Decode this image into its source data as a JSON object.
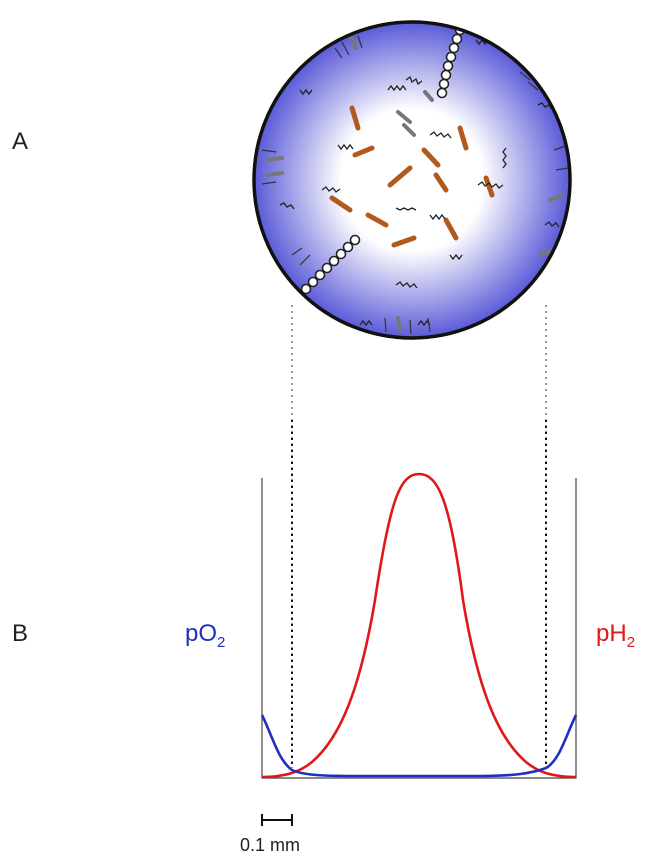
{
  "panels": {
    "a_label": "A",
    "b_label": "B"
  },
  "profile": {
    "po2_main": "pO",
    "po2_sub": "2",
    "ph2_main": "pH",
    "ph2_sub": "2"
  },
  "scale_bar": {
    "label": "0.1 mm"
  },
  "colors": {
    "po2_curve": "#1f2fbf",
    "ph2_curve": "#e01818",
    "granule_edge": "#5a5ad8",
    "granule_center": "#ffffff",
    "rod_brown": "#b05a1e"
  },
  "icons": [
    "granule-circle",
    "filamentous-bacteria-chain-icon",
    "rod-bacterium-icon",
    "spirochete-icon"
  ]
}
